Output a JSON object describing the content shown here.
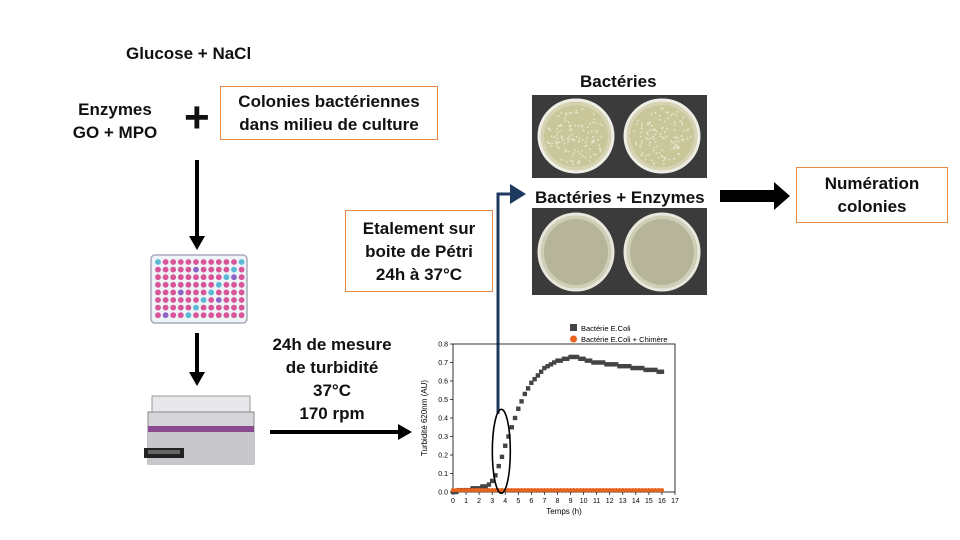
{
  "inputs": {
    "glucose": "Glucose + NaCl",
    "enzymes": "Enzymes\nGO + MPO",
    "plus": "+",
    "colonies_box": "Colonies bactériennes\ndans milieu de culture"
  },
  "steps": {
    "turbidity": "24h de mesure\nde turbidité\n37°C\n170 rpm",
    "plating_box": "Etalement sur\nboite de Pétri\n24h à 37°C",
    "bacteria_title": "Bactéries",
    "bacteria_enzymes_title": "Bactéries + Enzymes",
    "count_box": "Numération\ncolonies"
  },
  "chart_data": {
    "type": "scatter",
    "xlabel": "Temps (h)",
    "ylabel": "Turbidité 620nm (AU)",
    "xlim": [
      0,
      17
    ],
    "ylim": [
      0,
      0.8
    ],
    "xticks": [
      0,
      1,
      2,
      3,
      4,
      5,
      6,
      7,
      8,
      9,
      10,
      11,
      12,
      13,
      14,
      15,
      16,
      17
    ],
    "yticks": [
      0.0,
      0.1,
      0.2,
      0.3,
      0.4,
      0.5,
      0.6,
      0.7,
      0.8
    ],
    "series": [
      {
        "name": "Bactérie E.Coli",
        "color": "#444444",
        "marker": "square",
        "x": [
          0,
          0.25,
          0.5,
          0.75,
          1,
          1.25,
          1.5,
          1.75,
          2,
          2.25,
          2.5,
          2.75,
          3,
          3.25,
          3.5,
          3.75,
          4,
          4.25,
          4.5,
          4.75,
          5,
          5.25,
          5.5,
          5.75,
          6,
          6.25,
          6.5,
          6.75,
          7,
          7.25,
          7.5,
          7.75,
          8,
          8.25,
          8.5,
          8.75,
          9,
          9.25,
          9.5,
          9.75,
          10,
          10.25,
          10.5,
          10.75,
          11,
          11.25,
          11.5,
          11.75,
          12,
          12.25,
          12.5,
          12.75,
          13,
          13.25,
          13.5,
          13.75,
          14,
          14.25,
          14.5,
          14.75,
          15,
          15.25,
          15.5,
          15.75,
          16
        ],
        "y": [
          0.0,
          0.0,
          0.01,
          0.01,
          0.01,
          0.01,
          0.02,
          0.02,
          0.02,
          0.03,
          0.03,
          0.04,
          0.06,
          0.09,
          0.14,
          0.19,
          0.25,
          0.3,
          0.35,
          0.4,
          0.45,
          0.49,
          0.53,
          0.56,
          0.59,
          0.61,
          0.63,
          0.65,
          0.67,
          0.68,
          0.69,
          0.7,
          0.71,
          0.71,
          0.72,
          0.72,
          0.73,
          0.73,
          0.73,
          0.72,
          0.72,
          0.71,
          0.71,
          0.7,
          0.7,
          0.7,
          0.7,
          0.69,
          0.69,
          0.69,
          0.69,
          0.68,
          0.68,
          0.68,
          0.68,
          0.67,
          0.67,
          0.67,
          0.67,
          0.66,
          0.66,
          0.66,
          0.66,
          0.65,
          0.65
        ]
      },
      {
        "name": "Bactérie E.Coli + Chimère",
        "color": "#e8641e",
        "marker": "circle",
        "x": [
          0,
          0.25,
          0.5,
          0.75,
          1,
          1.25,
          1.5,
          1.75,
          2,
          2.25,
          2.5,
          2.75,
          3,
          3.25,
          3.5,
          3.75,
          4,
          4.25,
          4.5,
          4.75,
          5,
          5.25,
          5.5,
          5.75,
          6,
          6.25,
          6.5,
          6.75,
          7,
          7.25,
          7.5,
          7.75,
          8,
          8.25,
          8.5,
          8.75,
          9,
          9.25,
          9.5,
          9.75,
          10,
          10.25,
          10.5,
          10.75,
          11,
          11.25,
          11.5,
          11.75,
          12,
          12.25,
          12.5,
          12.75,
          13,
          13.25,
          13.5,
          13.75,
          14,
          14.25,
          14.5,
          14.75,
          15,
          15.25,
          15.5,
          15.75,
          16
        ],
        "y": [
          0.01,
          0.01,
          0.01,
          0.01,
          0.01,
          0.01,
          0.01,
          0.01,
          0.01,
          0.01,
          0.01,
          0.01,
          0.01,
          0.01,
          0.01,
          0.01,
          0.01,
          0.01,
          0.01,
          0.01,
          0.01,
          0.01,
          0.01,
          0.01,
          0.01,
          0.01,
          0.01,
          0.01,
          0.01,
          0.01,
          0.01,
          0.01,
          0.01,
          0.01,
          0.01,
          0.01,
          0.01,
          0.01,
          0.01,
          0.01,
          0.01,
          0.01,
          0.01,
          0.01,
          0.01,
          0.01,
          0.01,
          0.01,
          0.01,
          0.01,
          0.01,
          0.01,
          0.01,
          0.01,
          0.01,
          0.01,
          0.01,
          0.01,
          0.01,
          0.01,
          0.01,
          0.01,
          0.01,
          0.01,
          0.01
        ]
      }
    ],
    "legend": "top-right",
    "grid": false
  },
  "colors": {
    "box_border": "#e8894a",
    "arrow": "#000000",
    "connector": "#1f3a5f",
    "plate_bacteria": "#c9c79a",
    "plate_enzymes": "#b6b59a",
    "machine_stripe": "#8a4a8f"
  }
}
